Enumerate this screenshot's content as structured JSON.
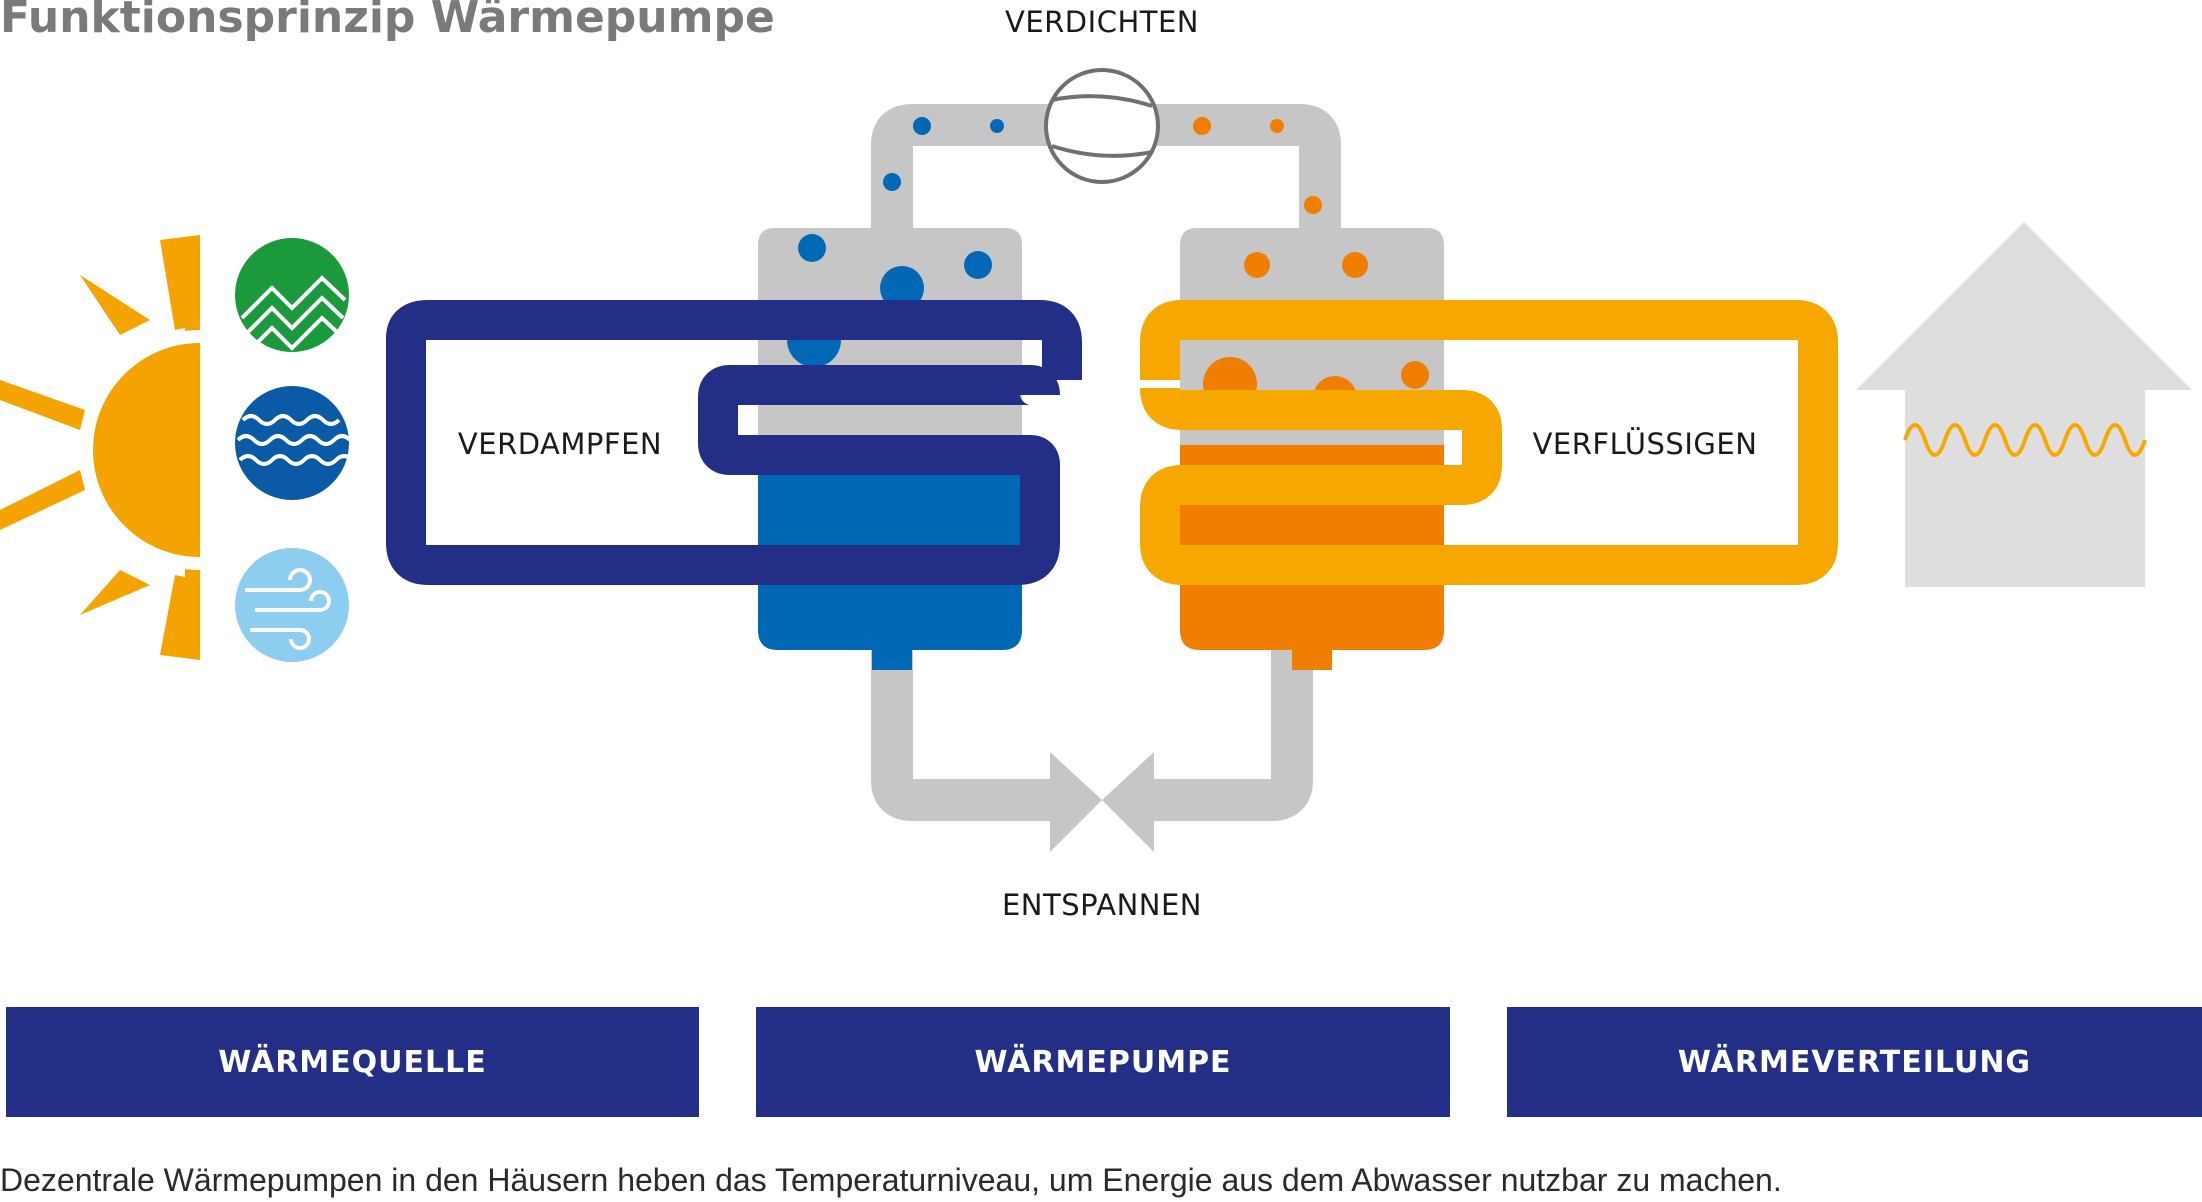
{
  "title": "Funktionsprinzip Wärmepumpe",
  "labels": {
    "verdichten": "VERDICHTEN",
    "verdampfen": "VERDAMPFEN",
    "verfluessigen": "VERFLÜSSIGEN",
    "entspannen": "ENTSPANNEN"
  },
  "bars": {
    "waermequelle": "WÄRMEQUELLE",
    "waermepumpe": "WÄRMEPUMPE",
    "waermeverteilung": "WÄRMEVERTEILUNG"
  },
  "caption": "Dezentrale Wärmepumpen in den Häusern heben das Temperaturniveau, um Energie aus dem Abwasser nutzbar zu machen.",
  "icons": {
    "sun": "sun-icon",
    "earth": "mountains-icon",
    "water": "waves-icon",
    "air": "wind-icon",
    "compressor": "compressor-icon",
    "expansion_valve": "expansion-valve-icon",
    "house": "house-icon",
    "heating": "heating-wave-icon"
  },
  "colors": {
    "navy": "#232f86",
    "blue": "#0068b4",
    "light_blue": "#8ccdf0",
    "green": "#1a9a3c",
    "sun_orange": "#f5a300",
    "orange": "#f07e00",
    "yellow_loop": "#f7a800",
    "gray": "#c6c6c6",
    "house_gray": "#dedede"
  }
}
